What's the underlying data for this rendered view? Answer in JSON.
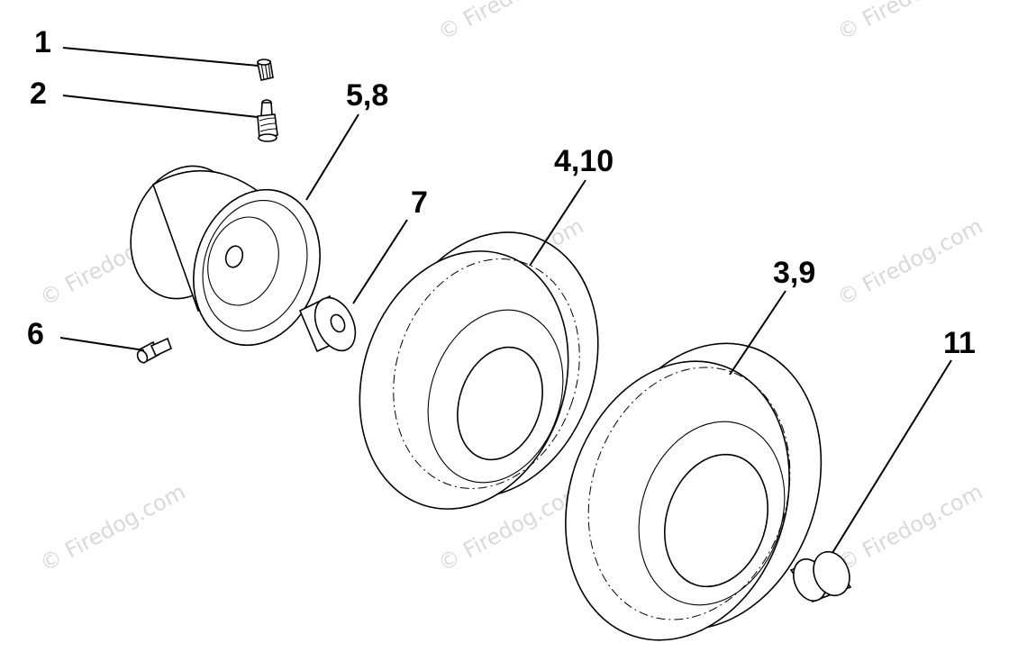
{
  "diagram": {
    "callouts": {
      "c1": "1",
      "c2": "2",
      "c58": "5,8",
      "c6": "6",
      "c7": "7",
      "c410": "4,10",
      "c39": "3,9",
      "c11": "11"
    },
    "watermark": "© Firedog.com"
  }
}
